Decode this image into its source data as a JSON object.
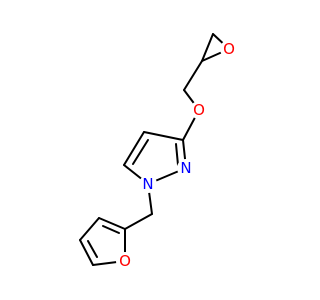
{
  "molecule": {
    "colors": {
      "bond": "#000000",
      "oxygen": "#ff0000",
      "nitrogen": "#0000ff"
    },
    "atoms": {
      "epoxide_oxygen": "O",
      "ether_oxygen": "O",
      "pyrazole_n2": "N",
      "pyrazole_n1": "N",
      "furan_oxygen": "O"
    }
  }
}
